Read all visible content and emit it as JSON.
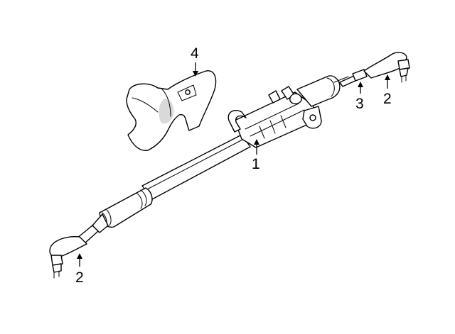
{
  "callouts": [
    {
      "id": "1",
      "label": "1"
    },
    {
      "id": "2a",
      "label": "2"
    },
    {
      "id": "2b",
      "label": "2"
    },
    {
      "id": "3",
      "label": "3"
    },
    {
      "id": "4",
      "label": "4"
    }
  ],
  "colors": {
    "line": "#000000",
    "background": "#ffffff",
    "shade": "#d9d9d9"
  }
}
